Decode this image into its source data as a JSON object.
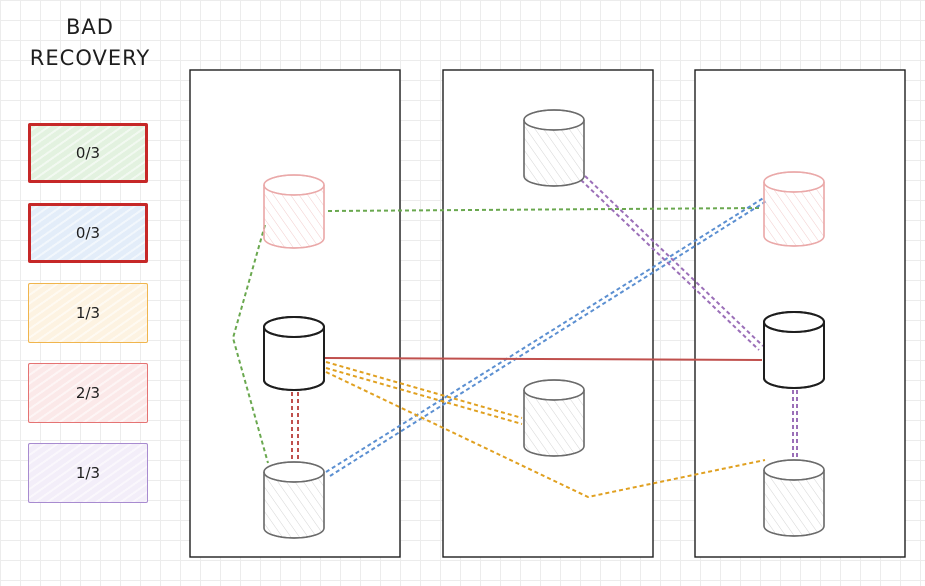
{
  "title": {
    "line1": "BAD",
    "line2": "RECOVERY"
  },
  "legend": [
    {
      "label": "0/3",
      "border": "#c62828",
      "fill": "#e3f2e0",
      "bold": true
    },
    {
      "label": "0/3",
      "border": "#c62828",
      "fill": "#e3edf9",
      "bold": true
    },
    {
      "label": "1/3",
      "border": "#f0b54d",
      "fill": "#fdf3e2",
      "bold": false
    },
    {
      "label": "2/3",
      "border": "#e57373",
      "fill": "#fbe9e9",
      "bold": false
    },
    {
      "label": "1/3",
      "border": "#a88bd0",
      "fill": "#f3eef9",
      "bold": false
    }
  ],
  "colors": {
    "green": "#6aa84f",
    "blue": "#5b8fd1",
    "orange": "#e0a020",
    "red": "#c0504d",
    "purple": "#9b6fb8",
    "faded_node": "#eaa9a9",
    "dark_node": "#1e1e1e",
    "gray_node": "#6b6b6b"
  }
}
